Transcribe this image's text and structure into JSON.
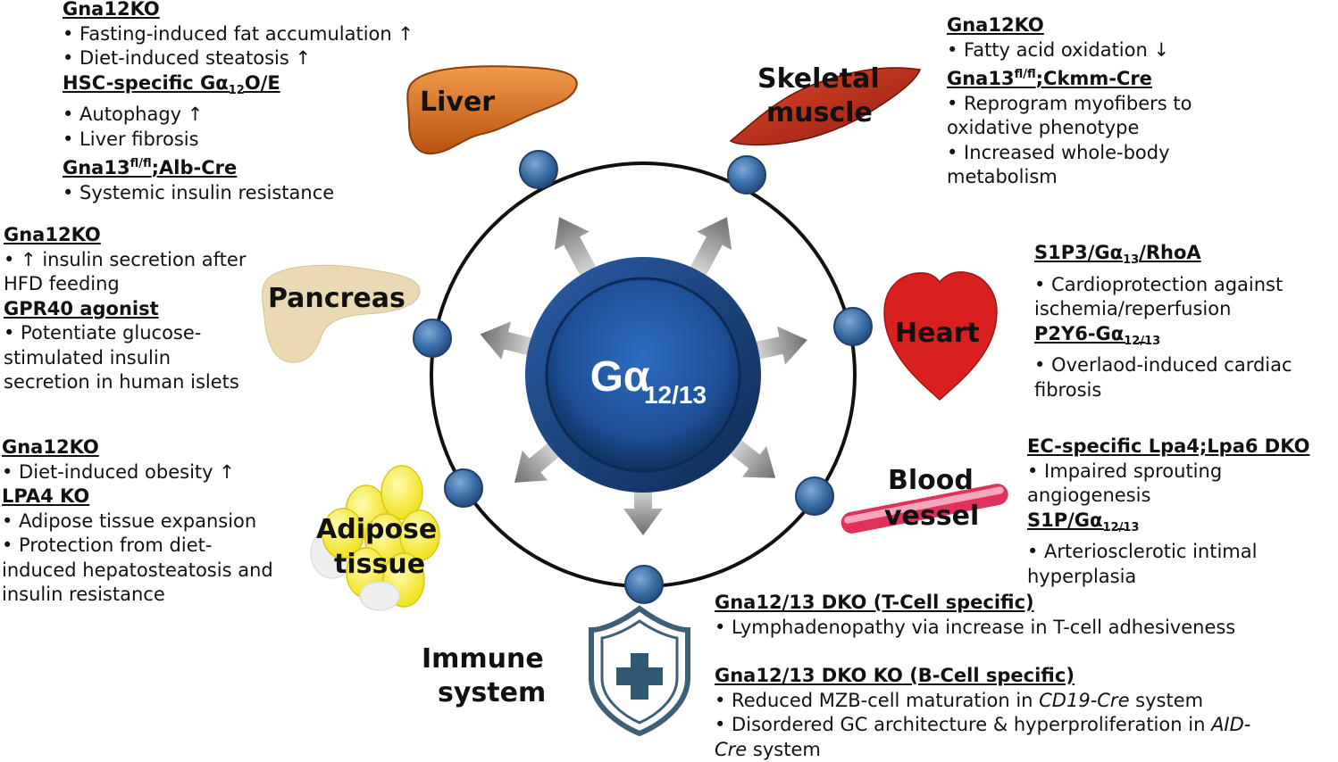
{
  "center": {
    "label_main": "Gα",
    "label_sub": "12/13"
  },
  "colors": {
    "node": "#3a6fa8",
    "center": "#1d4f95",
    "liver": "#d4681f",
    "heart": "#d9201f",
    "muscle": "#c0301c",
    "vessel": "#e0315a",
    "pancreas": "#ead9b2",
    "adipose": "#f4ef4a",
    "shield": "#3e6077"
  },
  "organs": {
    "liver": "Liver",
    "skeletal_muscle_1": "Skeletal",
    "skeletal_muscle_2": "muscle",
    "pancreas": "Pancreas",
    "heart": "Heart",
    "adipose_1": "Adipose",
    "adipose_2": "tissue",
    "blood_vessel_1": "Blood",
    "blood_vessel_2": "vessel",
    "immune_1": "Immune",
    "immune_2": "system"
  },
  "liver_text": {
    "h1": "Gna12KO",
    "l1": "• Fasting-induced fat accumulation ↑",
    "l2": "• Diet-induced steatosis ↑",
    "h2_main": "HSC-specific Gα",
    "h2_sub": "12",
    "h2_tail": "O/E",
    "l3": "• Autophagy ↑",
    "l4": "• Liver fibrosis",
    "h3_main": "Gna13",
    "h3_sup": "fl/fl",
    "h3_tail": ";Alb-Cre",
    "l5": "• Systemic insulin resistance"
  },
  "muscle_text": {
    "h1": "Gna12KO",
    "l1": "• Fatty acid oxidation ↓",
    "h2_main": "Gna13",
    "h2_sup": "fl/fl",
    "h2_tail": ";Ckmm-Cre",
    "l2": "• Reprogram myofibers to",
    "l3": "oxidative phenotype",
    "l4": "• Increased whole-body",
    "l5": "metabolism"
  },
  "pancreas_text": {
    "h1": "Gna12KO",
    "l1": "• ↑ insulin secretion after",
    "l2": "HFD feeding",
    "h2": "GPR40 agonist",
    "l3": "• Potentiate glucose-",
    "l4": "stimulated insulin",
    "l5": "secretion in human islets"
  },
  "heart_text": {
    "h1_main": "S1P3/Gα",
    "h1_sub": "13",
    "h1_tail": "/RhoA",
    "l1": "• Cardioprotection against",
    "l2": "ischemia/reperfusion",
    "h2_main": "P2Y6-Gα",
    "h2_sub": "12/13",
    "l3": "• Overlaod-induced cardiac",
    "l4": "fibrosis"
  },
  "adipose_text": {
    "h1": "Gna12KO",
    "l1": "• Diet-induced obesity ↑",
    "h2": "LPA4 KO",
    "l2": "• Adipose tissue expansion",
    "l3": "• Protection from diet-",
    "l4": "induced hepatosteatosis and",
    "l5": "insulin resistance"
  },
  "vessel_text": {
    "h1": "EC-specific Lpa4;Lpa6 DKO",
    "l1": "• Impaired sprouting",
    "l2": "angiogenesis",
    "h2_main": "S1P/Gα",
    "h2_sub": "12/13",
    "l3": "• Arteriosclerotic intimal",
    "l4": "hyperplasia"
  },
  "immune_text": {
    "h1": "Gna12/13 DKO (T-Cell specific)",
    "l1": "• Lymphadenopathy via increase in T-cell adhesiveness",
    "h2": "Gna12/13 DKO KO (B-Cell specific)",
    "l2a": "• Reduced MZB-cell maturation in ",
    "l2b": "CD19-Cre",
    "l2c": " system",
    "l3a": "• Disordered GC architecture & hyperproliferation in ",
    "l3b": "AID-",
    "l4a": "Cre",
    "l4b": " system"
  }
}
